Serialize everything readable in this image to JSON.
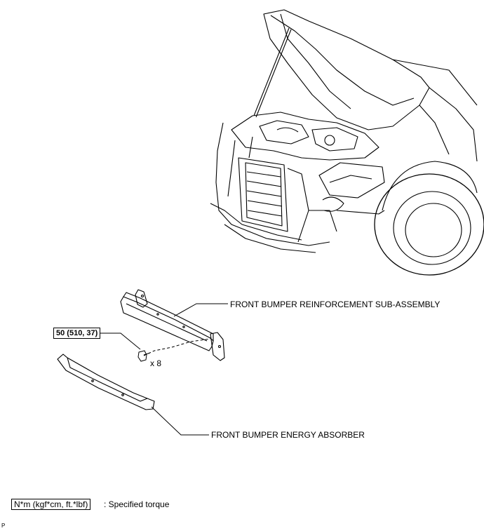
{
  "callouts": {
    "reinforcement": "FRONT BUMPER REINFORCEMENT SUB-ASSEMBLY",
    "absorber": "FRONT BUMPER ENERGY ABSORBER",
    "torque_value": "50 (510, 37)",
    "bolt_count": "x 8"
  },
  "legend": {
    "unit": "N*m (kgf*cm, ft.*lbf)",
    "description": ": Specified torque"
  },
  "corner_mark": "P"
}
